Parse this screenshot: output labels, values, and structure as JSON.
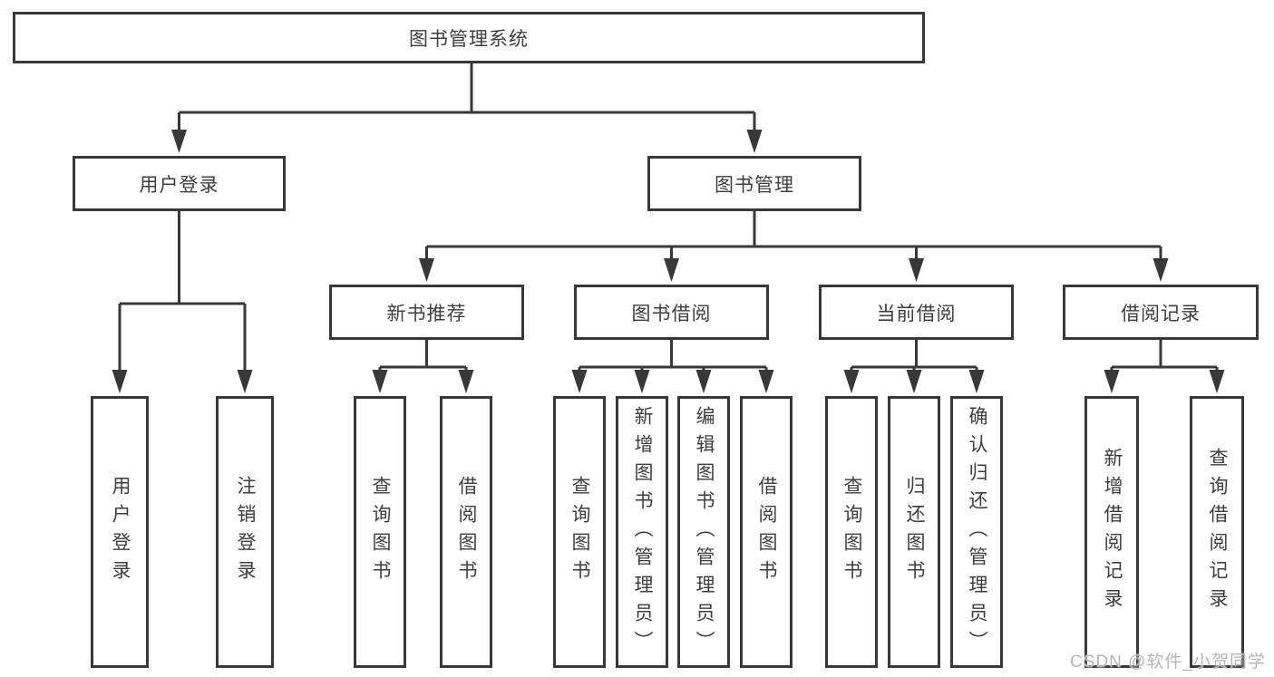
{
  "diagram": {
    "root": {
      "label": "图书管理系统"
    },
    "level2": [
      {
        "label": "用户登录"
      },
      {
        "label": "图书管理"
      }
    ],
    "level3": [
      {
        "label": "新书推荐"
      },
      {
        "label": "图书借阅"
      },
      {
        "label": "当前借阅"
      },
      {
        "label": "借阅记录"
      }
    ],
    "level4": [
      {
        "label": "用户登录"
      },
      {
        "label": "注销登录"
      },
      {
        "label": "查询图书"
      },
      {
        "label": "借阅图书"
      },
      {
        "label": "查询图书"
      },
      {
        "label": "新增图书（管理员）"
      },
      {
        "label": "编辑图书（管理员）"
      },
      {
        "label": "借阅图书"
      },
      {
        "label": "查询图书"
      },
      {
        "label": "归还图书"
      },
      {
        "label": "确认归还（管理员）"
      },
      {
        "label": "新增借阅记录"
      },
      {
        "label": "查询借阅记录"
      }
    ]
  },
  "watermark": {
    "text": "CSDN @软件_小贺同学"
  },
  "colors": {
    "line": "#383838",
    "box_border": "#383838",
    "text": "#3e3e3e",
    "background": "#ffffff",
    "watermark": "#b6b6b6"
  }
}
